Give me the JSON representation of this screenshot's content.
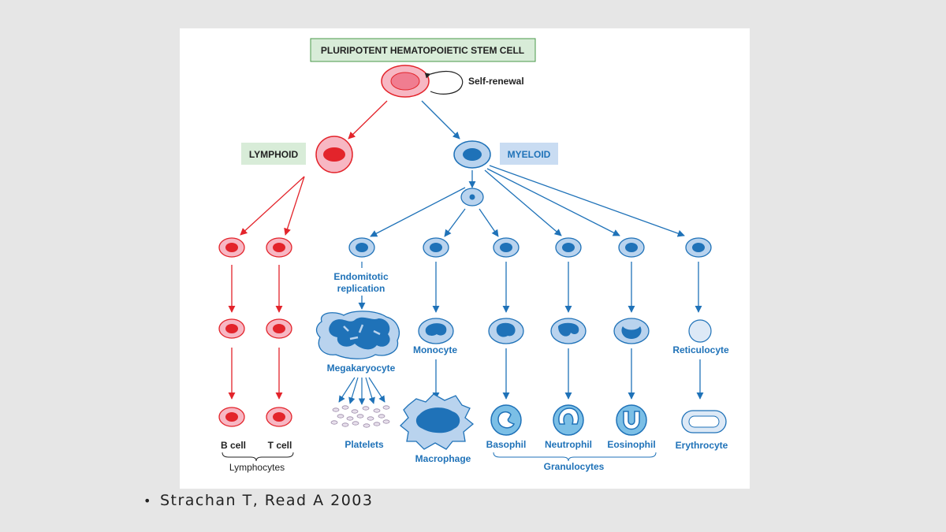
{
  "figure": {
    "title": "PLURIPOTENT HEMATOPOIETIC STEM CELL",
    "self_renewal": "Self-renewal",
    "lymphoid": "LYMPHOID",
    "myeloid": "MYELOID",
    "endomitotic": [
      "Endomitotic",
      "replication"
    ],
    "cells": {
      "megakaryocyte": "Megakaryocyte",
      "monocyte": "Monocyte",
      "reticulocyte": "Reticulocyte",
      "platelets": "Platelets",
      "macrophage": "Macrophage",
      "basophil": "Basophil",
      "neutrophil": "Neutrophil",
      "eosinophil": "Eosinophil",
      "erythrocyte": "Erythrocyte",
      "b_cell": "B cell",
      "t_cell": "T cell"
    },
    "groups": {
      "lymphocytes": "Lymphocytes",
      "granulocytes": "Granulocytes"
    },
    "colors": {
      "lymphoid_red": "#e3242b",
      "myeloid_blue": "#1f72b8",
      "red_fill": "#f7b7c3",
      "blue_fill": "#b9d3ee",
      "title_box": "#d8ecd8",
      "myeloid_box": "#c9dcf2"
    }
  },
  "citation": "Strachan T, Read A 2003"
}
